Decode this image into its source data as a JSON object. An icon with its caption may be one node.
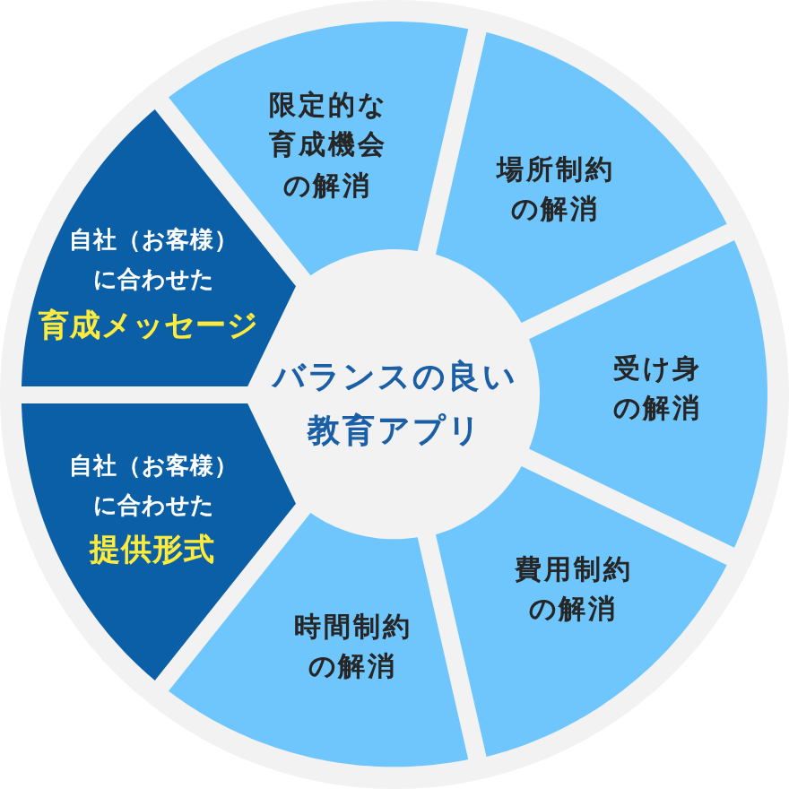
{
  "diagram": {
    "nodes": [
      {
        "text": [
          "バランスの良い教育アプリ"
        ]
      },
      {
        "text": [
          "限定的な育成機会の解消"
        ]
      },
      {
        "text": [
          "場所制約の解消"
        ]
      },
      {
        "text": [
          "受け身の解消"
        ]
      },
      {
        "text": [
          "費用制約の解消"
        ]
      },
      {
        "text": [
          "時間制約の解消"
        ]
      },
      {
        "text": [
          "自社（お客様）に合わせた",
          "提供形式"
        ]
      },
      {
        "text": [
          "自社（お客様）に合わせた",
          "育成メッセージ"
        ]
      }
    ]
  }
}
